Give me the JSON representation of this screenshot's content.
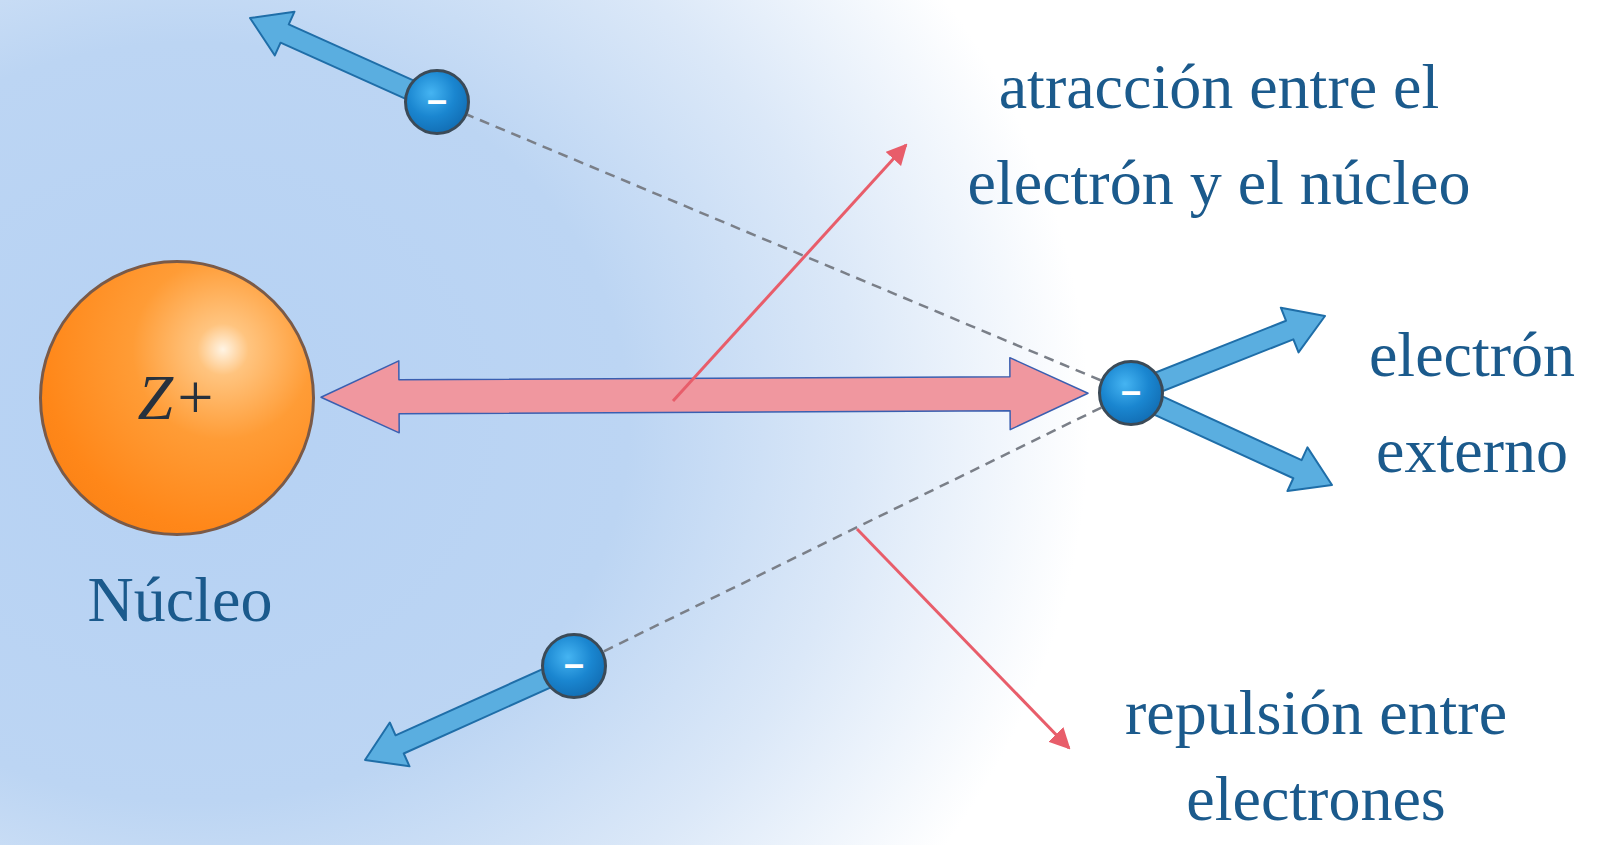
{
  "diagram": {
    "nodes": [
      {
        "text": [
          "–"
        ]
      },
      {
        "text": [
          "Z+",
          "Núcleo"
        ]
      },
      {
        "text": [
          "–",
          "electrón externo"
        ]
      },
      {
        "text": [
          "–"
        ]
      }
    ],
    "edges": [
      {
        "from": 1,
        "to": 2,
        "arrow": "both"
      },
      {
        "from": 2,
        "to": 0,
        "arrow": "none"
      },
      {
        "from": 2,
        "to": 3,
        "arrow": "none"
      }
    ],
    "labels": [
      "atracción entre el electrón y el núcleo",
      "repulsión entre electrones"
    ]
  }
}
